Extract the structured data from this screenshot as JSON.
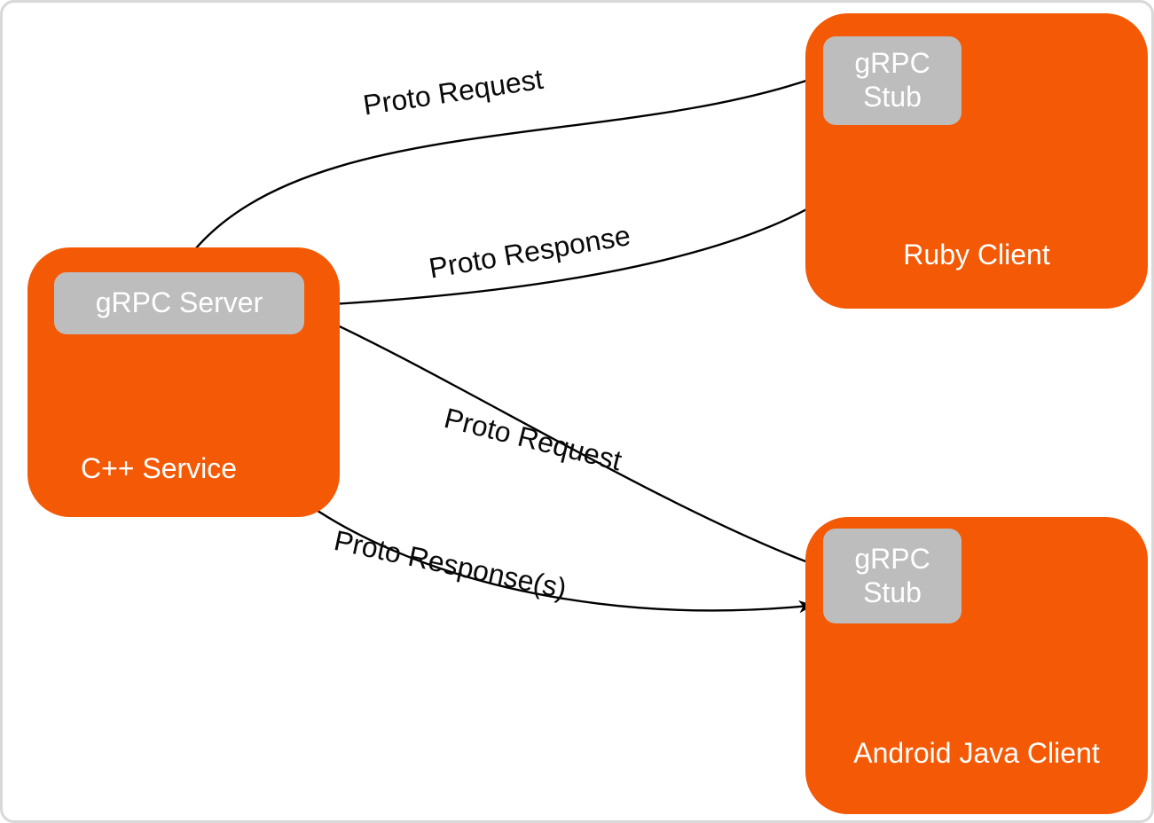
{
  "diagram": {
    "nodes": {
      "cpp_service": {
        "label": "C++ Service",
        "server_label": "gRPC Server"
      },
      "ruby_client": {
        "label": "Ruby Client",
        "stub_line1": "gRPC",
        "stub_line2": "Stub"
      },
      "android_java_client": {
        "label": "Android Java Client",
        "stub_line1": "gRPC",
        "stub_line2": "Stub"
      }
    },
    "edges": [
      {
        "label": "Proto Request",
        "from": "ruby-client-grpc-stub",
        "to": "cpp-service-grpc-server"
      },
      {
        "label": "Proto Response",
        "from": "cpp-service-grpc-server",
        "to": "ruby-client-grpc-stub"
      },
      {
        "label": "Proto Request",
        "from": "android-java-client-grpc-stub",
        "to": "cpp-service-grpc-server"
      },
      {
        "label": "Proto Response(s)",
        "from": "cpp-service-grpc-server",
        "to": "android-java-client-grpc-stub"
      }
    ],
    "colors": {
      "node_fill": "#F45905",
      "stub_fill": "#BDBDBD",
      "node_text": "#FFFFFF",
      "arrow": "#000000",
      "edge_label_text": "#0A0A0A",
      "frame_border": "#D8D8D8",
      "background": "#FFFFFF"
    }
  }
}
